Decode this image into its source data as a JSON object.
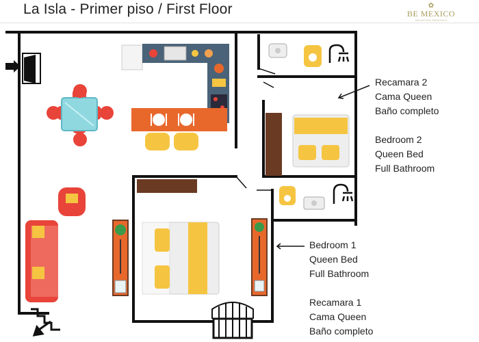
{
  "title": "La Isla - Primer piso / First Floor",
  "logo": {
    "name": "BE MEXICO",
    "tagline": "VACATION RENTALS"
  },
  "labels": {
    "recamara2": {
      "head": "Recamara 2",
      "line1": "Cama Queen",
      "line2": "Baño completo"
    },
    "bedroom2": {
      "head": "Bedroom  2",
      "line1": "Queen Bed",
      "line2": "Full Bathroom"
    },
    "bedroom1": {
      "head": "Bedroom 1",
      "line1": "Queen Bed",
      "line2": "Full Bathroom"
    },
    "recamara1": {
      "head": "Recamara 1",
      "line1": "Cama Queen",
      "line2": "Baño completo"
    }
  },
  "colors": {
    "wall": "#111111",
    "chair_red": "#e8443a",
    "cushion_yellow": "#f5c542",
    "table_blue": "#8fd8e0",
    "counter_orange": "#e8682c",
    "counter_slate": "#4a6378",
    "wood": "#6b3a22",
    "bed_white": "#eeeeee"
  },
  "icons": [
    "entrance-door-icon",
    "shower-icon",
    "stairs-icon",
    "balcony-icon",
    "plant-icon"
  ]
}
